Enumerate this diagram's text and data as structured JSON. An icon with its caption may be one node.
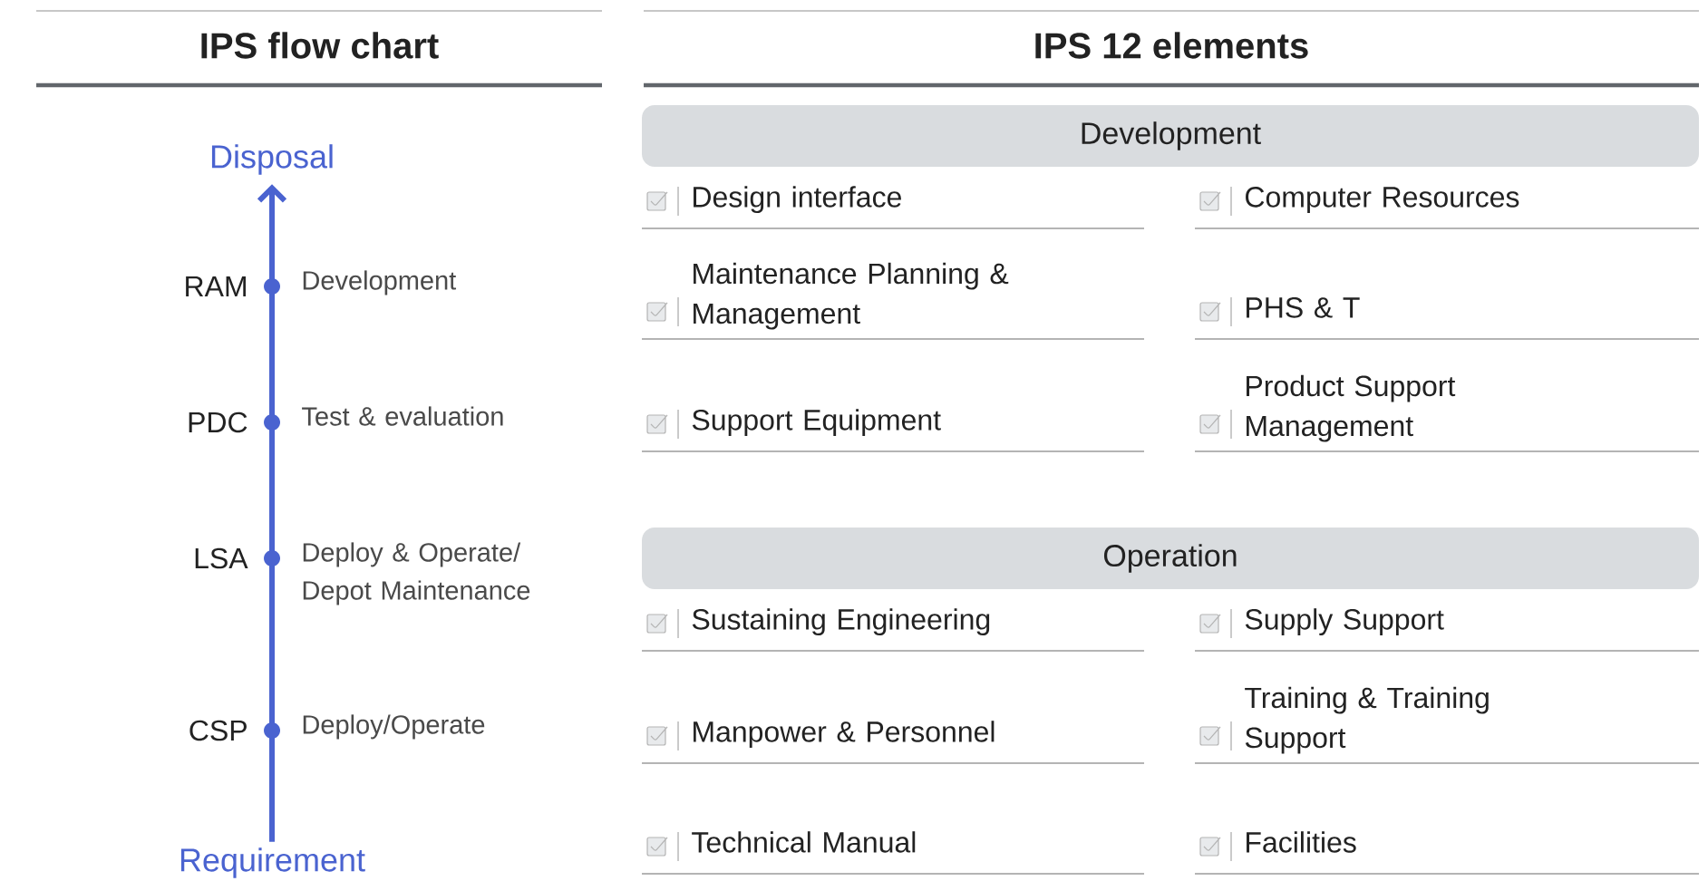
{
  "diagram": {
    "nodes": [
      {
        "text": [
          "Disposal"
        ]
      },
      {
        "text": [
          "Requirement"
        ]
      },
      {
        "text": [
          "Development"
        ]
      },
      {
        "text": [
          "Operation"
        ]
      }
    ],
    "edges": [
      {
        "from": 1,
        "to": 0,
        "arrow": "to"
      }
    ],
    "labels": [
      "IPS flow chart",
      "IPS 12 elements",
      "RAM",
      "Development",
      "PDC",
      "Test & evaluation",
      "LSA",
      "Deploy & Operate/ Depot Maintenance",
      "CSP",
      "Deploy/Operate",
      "Design interface",
      "Computer Resources",
      "Maintenance Planning & Management",
      "PHS & T",
      "Support Equipment",
      "Product Support Management",
      "Sustaining Engineering",
      "Supply Support",
      "Manpower & Personnel",
      "Training & Training Support",
      "Technical Manual",
      "Facilities"
    ]
  }
}
